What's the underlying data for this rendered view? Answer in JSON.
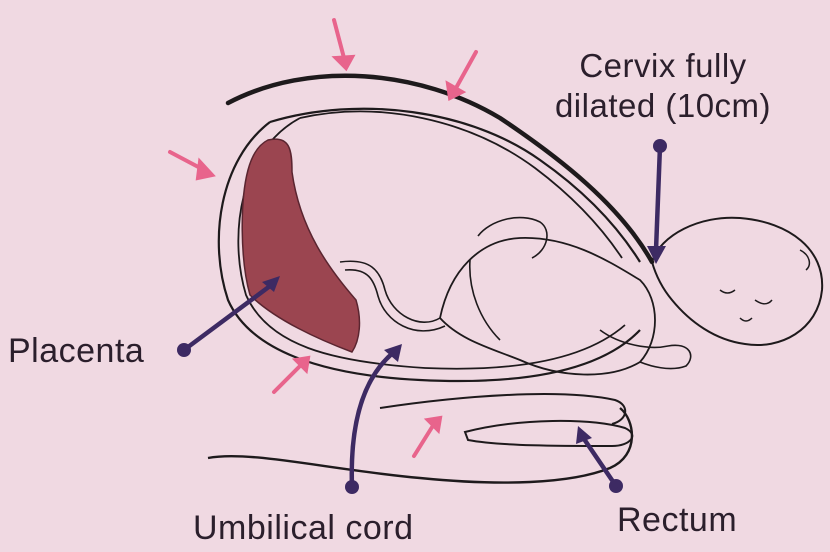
{
  "labels": {
    "cervix_line1": "Cervix fully",
    "cervix_line2": "dilated (10cm)",
    "placenta": "Placenta",
    "umbilical_cord": "Umbilical cord",
    "rectum": "Rectum"
  },
  "colors": {
    "background": "#f0d9e2",
    "outline": "#1e1a1c",
    "placenta_fill": "#9b4550",
    "pointer_line": "#3d2a63",
    "contraction_arrow": "#e8648c"
  }
}
